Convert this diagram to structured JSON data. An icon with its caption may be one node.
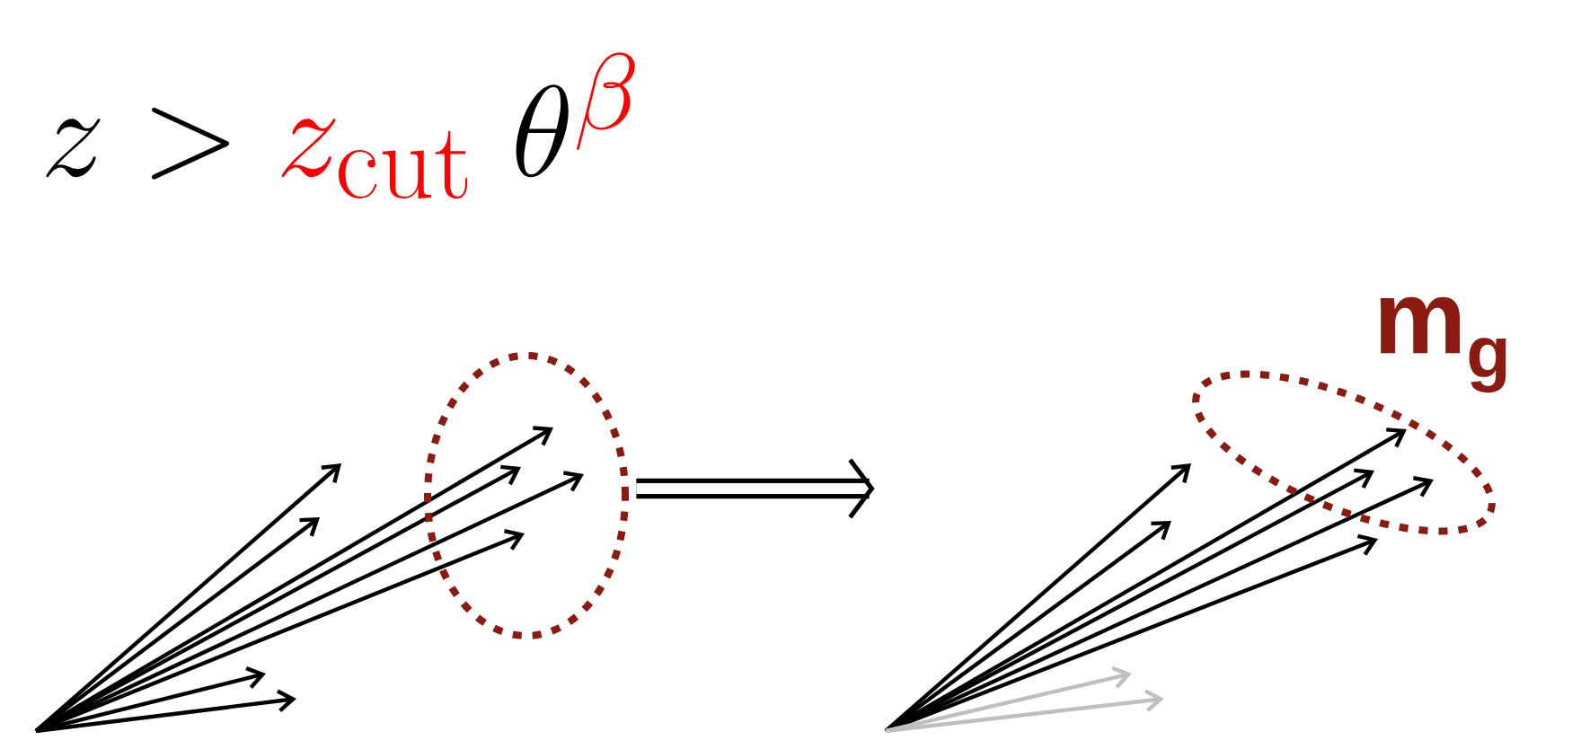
{
  "diagram": {
    "nodes": [
      {
        "text": [],
        "shape": "picture"
      },
      {
        "text": [],
        "shape": "picture"
      }
    ],
    "edges": [
      {
        "from": 0,
        "to": 1,
        "arrow": "to"
      }
    ],
    "labels": [
      "z > {\\color[HTML]{FF0000}z_{\\mathrm{cut}}}\\;\\theta^{\\color[HTML]{FF0000}\\beta}",
      "m$_{g}$"
    ]
  }
}
